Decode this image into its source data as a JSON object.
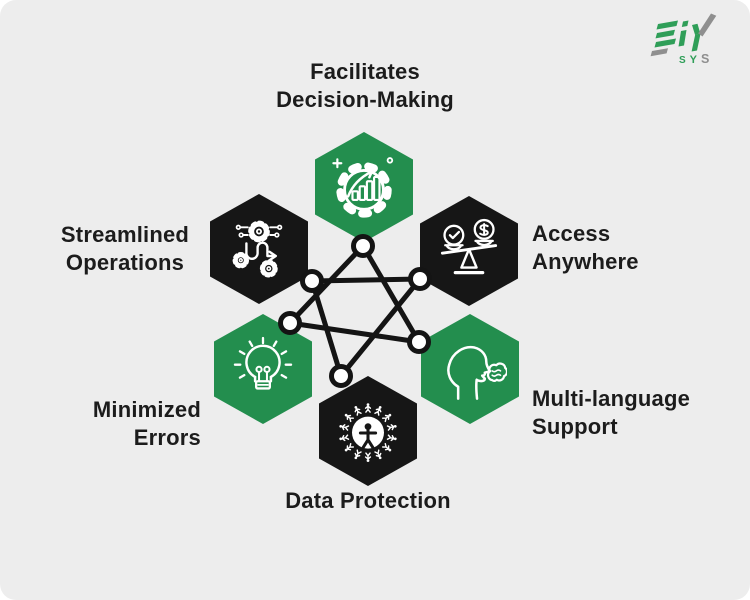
{
  "logo": {
    "name": "EiY",
    "sub_letters": [
      "S",
      "Y",
      "S"
    ],
    "green": "#2f9e58",
    "gray": "#8f8f8f"
  },
  "colors": {
    "background": "#ededed",
    "green_hexagon": "#238e4e",
    "black_hexagon": "#161616",
    "connector_line": "#141414",
    "text": "#1c1c1c",
    "icon_stroke": "#ffffff"
  },
  "diagram": {
    "items": [
      {
        "label": "Facilitates\nDecision-Making",
        "hexagon": "green",
        "icon": "gear-growth-chart-icon",
        "position": "top"
      },
      {
        "label": "Streamlined\nOperations",
        "hexagon": "black",
        "icon": "gears-process-flow-icon",
        "position": "top-left"
      },
      {
        "label": "Access\nAnywhere",
        "hexagon": "black",
        "icon": "time-money-balance-icon",
        "position": "top-right"
      },
      {
        "label": "Minimized\nErrors",
        "hexagon": "green",
        "icon": "lightbulb-icon",
        "position": "bottom-left"
      },
      {
        "label": "Multi-language\nSupport",
        "hexagon": "green",
        "icon": "speaking-head-icon",
        "position": "bottom-right"
      },
      {
        "label": "Data Protection",
        "hexagon": "black",
        "icon": "people-protection-icon",
        "position": "bottom"
      }
    ]
  }
}
